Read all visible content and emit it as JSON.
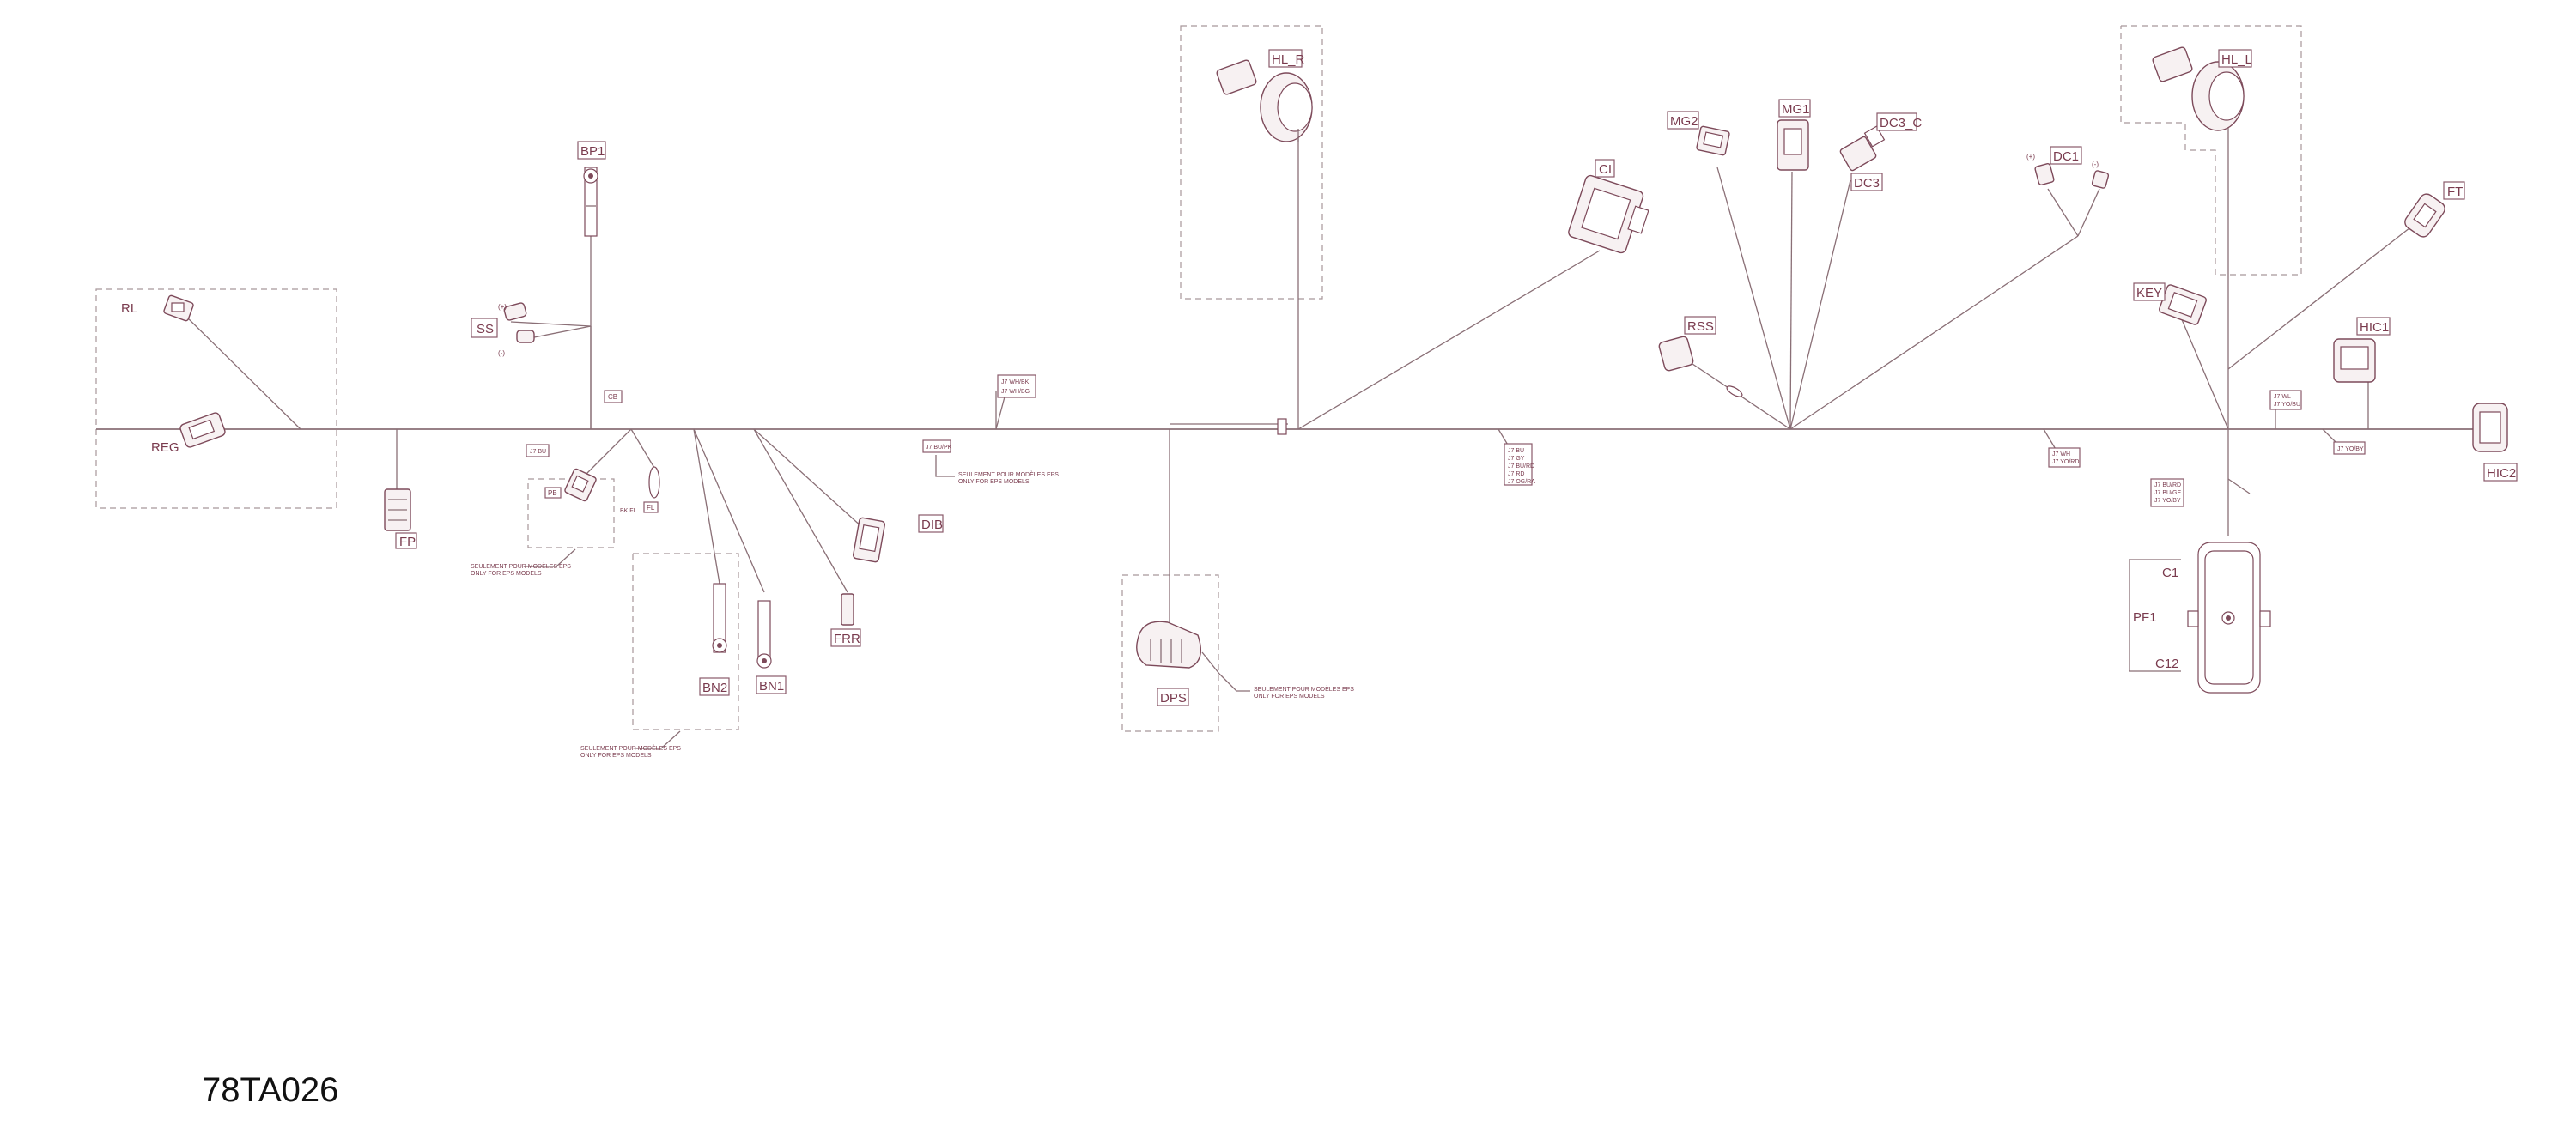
{
  "drawing_ref": "78TA026",
  "colors": {
    "wire": "#8a6f76",
    "label": "#7a3b4e",
    "ref": "#111111"
  },
  "connectors": {
    "rl": "RL",
    "reg": "REG",
    "fp": "FP",
    "ss": "SS",
    "bp1": "BP1",
    "dib": "DIB",
    "frr": "FRR",
    "bn2": "BN2",
    "bn1": "BN1",
    "dps": "DPS",
    "hl_r": "HL_R",
    "ci": "CI",
    "mg2": "MG2",
    "mg1": "MG1",
    "dc3_c": "DC3_C",
    "dc3": "DC3",
    "dc1": "DC1",
    "rss": "RSS",
    "hl_l": "HL_L",
    "key": "KEY",
    "ft": "FT",
    "hic1": "HIC1",
    "hic2": "HIC2",
    "pf1": "PF1",
    "c1": "C1",
    "c12": "C12",
    "cb": "CB",
    "pb": "PB",
    "fl": "FL"
  },
  "polarity": {
    "plus": "(+)",
    "minus": "(-)"
  },
  "notes": {
    "eps_fr": "SEULEMENT POUR MODÈLES EPS",
    "eps_en": "ONLY FOR EPS MODELS"
  },
  "wire_tags": {
    "t1": "J7 BU",
    "t2": "J7 WH/BK",
    "t3": "J7 WH/BG",
    "t4": "J7 BU/PK",
    "t5": "J7 BU",
    "t6": "J7 GY",
    "t7": "J7 BU/RD",
    "t8": "J7 RD",
    "t9": "J7 OG/RA",
    "t10": "J7 WH",
    "t11": "J7 YO/RD",
    "t12": "J7 WL",
    "t13": "J7 YO/BU",
    "t14": "J7 YO/BY",
    "t15": "J7 BU/RD",
    "t16": "J7 BU/GE",
    "t17": "J7 YO/BY",
    "t18": "BK FL"
  }
}
